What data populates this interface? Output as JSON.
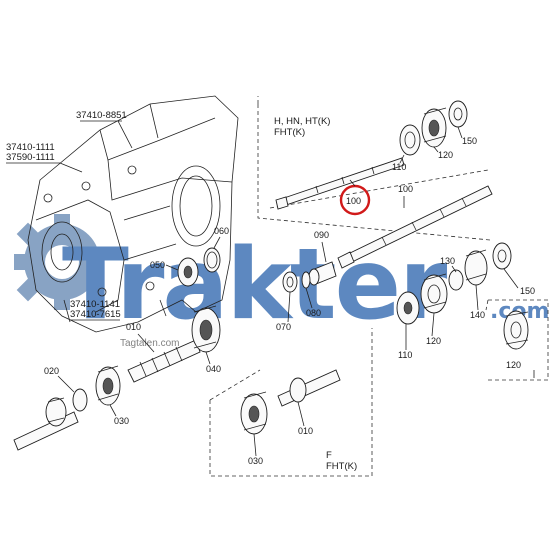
{
  "housing_labels": {
    "top": "37410-8851",
    "left_a": "37410-1111",
    "left_b": "37590-1111",
    "bottom_a": "37410-1141",
    "bottom_b": "37410-7615"
  },
  "part_numbers": {
    "p010_a": "010",
    "p010_b": "010",
    "p020": "020",
    "p030_a": "030",
    "p030_b": "030",
    "p040": "040",
    "p050": "050",
    "p060": "060",
    "p070": "070",
    "p080": "080",
    "p090": "090",
    "p100_top": "100",
    "p100_mid": "100",
    "p110_top": "110",
    "p110_low": "110",
    "p120_top": "120",
    "p120_low": "120",
    "p120_inset": "120",
    "p130": "130",
    "p140": "140",
    "p150_top": "150",
    "p150_low": "150"
  },
  "variant_notes": {
    "upper_line1": "H, HN, HT(K)",
    "upper_line2": "FHT(K)",
    "lower_line1": "F",
    "lower_line2": "FHT(K)"
  },
  "watermark": {
    "brand": "Trakter",
    "suffix": ".com",
    "domain": "Tagtalen.com",
    "color": "#3a6fb3"
  },
  "highlight": {
    "color": "#d11a1a"
  }
}
